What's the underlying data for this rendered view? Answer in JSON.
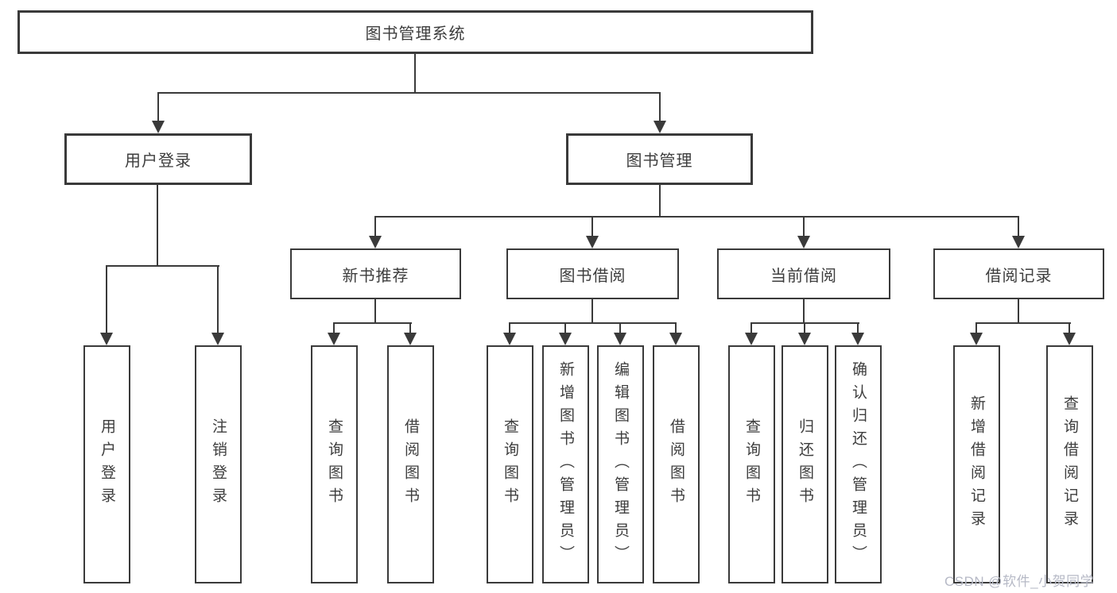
{
  "watermark": {
    "text": "CSDN @软件_小贺同学",
    "color": "#b6b9c6"
  },
  "colors": {
    "line": "#3a3a3a",
    "border": "#3a3a3a",
    "text": "#3d3d3d",
    "background": "#ffffff"
  },
  "tree": {
    "root": {
      "label": "图书管理系统"
    },
    "userLogin": {
      "label": "用户登录",
      "leaves": [
        {
          "label": "用户登录"
        },
        {
          "label": "注销登录"
        }
      ]
    },
    "bookMgmt": {
      "label": "图书管理",
      "children": [
        {
          "label": "新书推荐",
          "leaves": [
            {
              "label": "查询图书"
            },
            {
              "label": "借阅图书"
            }
          ]
        },
        {
          "label": "图书借阅",
          "leaves": [
            {
              "label": "查询图书"
            },
            {
              "label": "新增图书（管理员）"
            },
            {
              "label": "编辑图书（管理员）"
            },
            {
              "label": "借阅图书"
            }
          ]
        },
        {
          "label": "当前借阅",
          "leaves": [
            {
              "label": "查询图书"
            },
            {
              "label": "归还图书"
            },
            {
              "label": "确认归还（管理员）"
            }
          ]
        },
        {
          "label": "借阅记录",
          "leaves": [
            {
              "label": "新增借阅记录"
            },
            {
              "label": "查询借阅记录"
            }
          ]
        }
      ]
    }
  }
}
